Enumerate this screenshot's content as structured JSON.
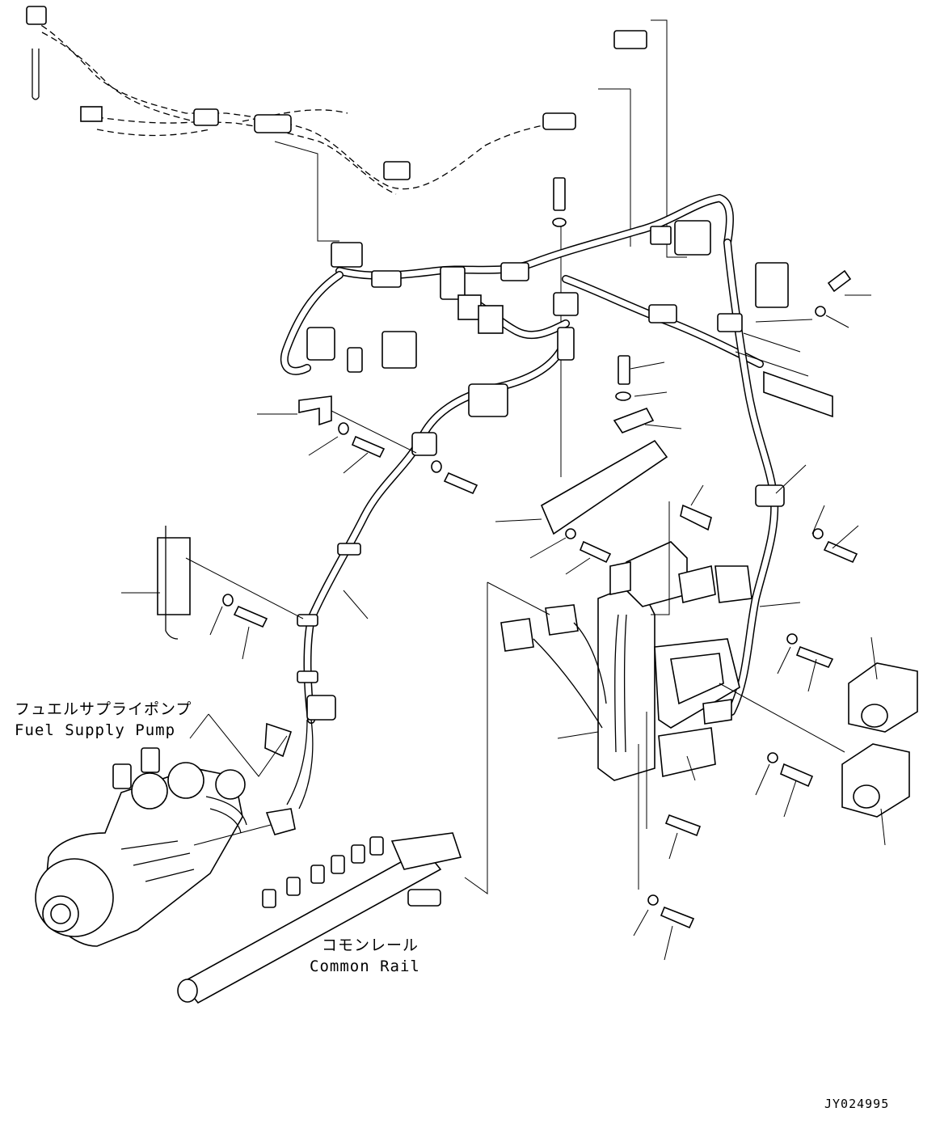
{
  "labels": {
    "fuel_pump_jp": "フュエルサプライポンプ",
    "fuel_pump_en": "Fuel Supply Pump",
    "common_rail_jp": "コモンレール",
    "common_rail_en": "Common Rail",
    "drawing_id": "JY024995"
  }
}
